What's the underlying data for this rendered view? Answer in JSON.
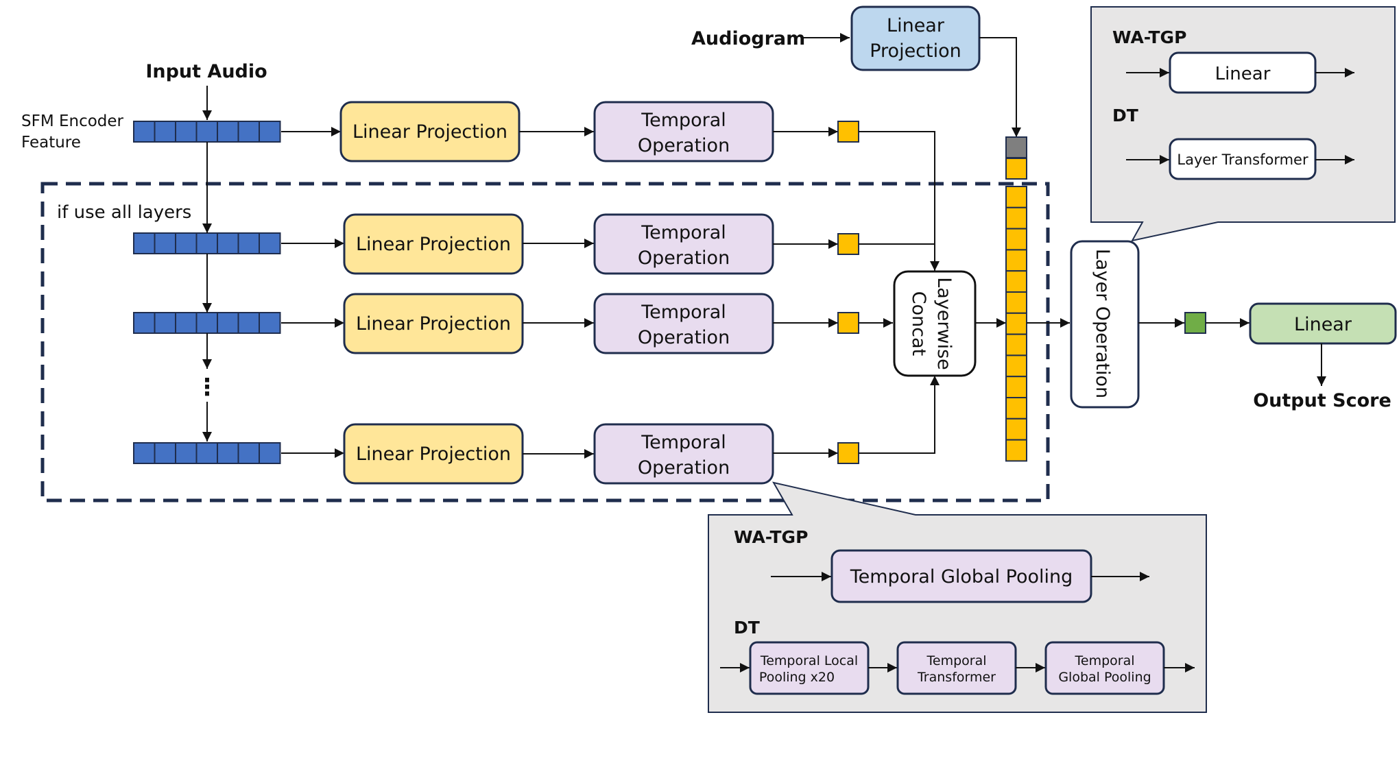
{
  "labels": {
    "input_audio": "Input Audio",
    "sfm_line1": "SFM Encoder",
    "sfm_line2": "Feature",
    "if_use_all_layers": "if use all layers",
    "vertical_dots": "⋮",
    "audiogram": "Audiogram",
    "output_score": "Output Score"
  },
  "blocks": {
    "linear_projection": "Linear Projection",
    "temporal_line1": "Temporal",
    "temporal_line2": "Operation",
    "audiogram_proj_line1": "Linear",
    "audiogram_proj_line2": "Projection",
    "layerwise_line1": "Layerwise",
    "layerwise_line2": "Concat",
    "layer_operation": "Layer Operation",
    "final_linear": "Linear"
  },
  "callout_layer": {
    "wa_tgp": "WA-TGP",
    "wa_tgp_block": "Linear",
    "dt": "DT",
    "dt_block": "Layer Transformer"
  },
  "callout_temporal": {
    "wa_tgp": "WA-TGP",
    "wa_tgp_block": "Temporal Global Pooling",
    "dt": "DT",
    "dt_block1_line1": "Temporal Local",
    "dt_block1_line2": "Pooling  x20",
    "dt_block2_line1": "Temporal",
    "dt_block2_line2": "Transformer",
    "dt_block3_line1": "Temporal",
    "dt_block3_line2": "Global Pooling"
  },
  "colors": {
    "feature_blue": "#4472C4",
    "projection_yellow": "#FFE699",
    "temporal_purple": "#E8DCEF",
    "embedding_orange": "#FFC000",
    "audiogram_blue": "#BDD7EE",
    "linear_green": "#C5E0B4",
    "output_green": "#70AD47",
    "audiogram_token_gray": "#7F7F7F",
    "callout_gray": "#E7E6E6",
    "border_navy": "#1F2D4D"
  }
}
